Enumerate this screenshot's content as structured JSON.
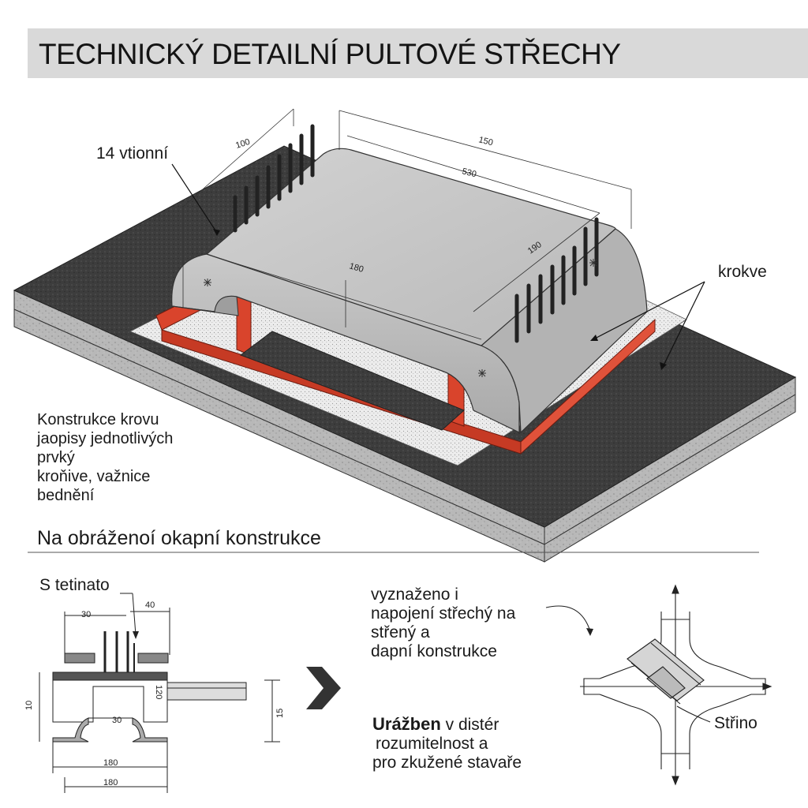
{
  "title": "TECHNICKÝ DETAILNÍ PULTOVÉ STŘECHY",
  "labels": {
    "vtioni": "14 vtionní",
    "krokve": "krokve",
    "konstrukce_lines": [
      "Konstrukce krovu",
      "jaopisy jednotlivých",
      "prvký",
      "kroňive, važnice",
      "bednění"
    ],
    "section_heading": "Na obráženoí okapní konstrukce",
    "s_tetinato": "S tetinato",
    "vyznazeno_lines": [
      "vyznaženo i",
      "napojení střechý na",
      "střený a",
      "dapní konstrukce"
    ],
    "urazben_bold": "Urážben",
    "urazben_rest": " v distér",
    "urazben_lines": [
      "rozumitelnost a",
      "pro zkužené stavaře"
    ],
    "strino": "Střino"
  },
  "dimensions": {
    "iso_100": "100",
    "iso_150": "150",
    "iso_530": "530",
    "iso_180": "180",
    "iso_190": "190",
    "sec_30_top": "30",
    "sec_40": "40",
    "sec_10": "10",
    "sec_30_mid": "30",
    "sec_15": "15",
    "sec_120": "120",
    "sec_180_a": "180",
    "sec_180_b": "180"
  },
  "colors": {
    "asphalt": "#3a3a3a",
    "concrete": "#bdbdbd",
    "red_frame": "#d9442c",
    "roof": "#c7c7c7",
    "gravel": "#e6e6e6"
  }
}
